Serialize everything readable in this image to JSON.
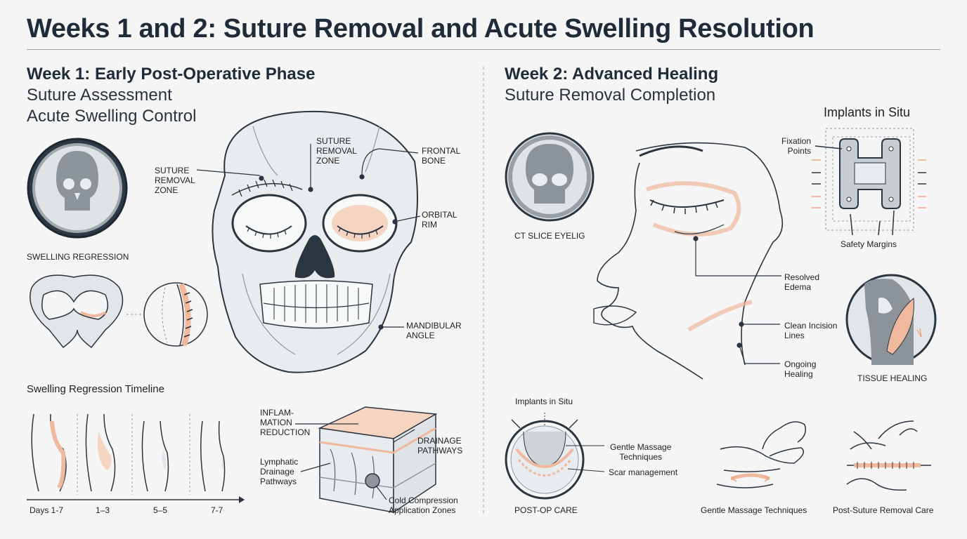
{
  "title": "Weeks 1 and 2: Suture Removal and Acute Swelling Resolution",
  "week1": {
    "heading": "Week 1: Early Post-Operative Phase",
    "sub1": "Suture Assessment",
    "sub2": "Acute Swelling Control",
    "swelling_regression": "SWELLING REGRESSION",
    "timeline_title": "Swelling Regression Timeline",
    "timeline_labels": [
      "Days 1-7",
      "1–3",
      "5–5",
      "7-7"
    ],
    "skull_labels": {
      "suture_left": [
        "SUTURE",
        "REMOVAL",
        "ZONE"
      ],
      "suture_top": [
        "SUTURE",
        "REMOVAL",
        "ZONE"
      ],
      "frontal": [
        "FRONTAL",
        "BONE"
      ],
      "orbital": [
        "ORBITAL",
        "RIM"
      ],
      "mandibular": [
        "MANDIBULAR",
        "ANGLE"
      ]
    },
    "tissue_labels": {
      "inflammation": [
        "INFLAM-",
        "MATION",
        "REDUCTION"
      ],
      "drainage": [
        "DRAINAGE",
        "PATHWAYS"
      ],
      "lymphatic": [
        "Lymphatic",
        "Drainage",
        "Pathways"
      ],
      "cold": [
        "Cold Compression",
        "Application Zones"
      ]
    }
  },
  "week2": {
    "heading": "Week 2: Advanced Healing",
    "sub1": "Suture Removal Completion",
    "ct_slice": "CT SLICE EYELIG",
    "implants_title": "Implants in Situ",
    "fixation": [
      "Fixation",
      "Points"
    ],
    "safety": "Safety Margins",
    "resolved": [
      "Resolved",
      "Edema"
    ],
    "clean": [
      "Clean Incision",
      "Lines"
    ],
    "ongoing": [
      "Ongoing",
      "Healing"
    ],
    "tissue_healing": "TISSUE HEALING",
    "implants_small": "Implants in Situ",
    "gentle_massage_label": [
      "Gentle Massage",
      "Techniques"
    ],
    "scar": "Scar management",
    "postop": "POST-OP CARE",
    "gentle_massage": "Gentle Massage Techniques",
    "post_suture": "Post-Suture Removal Care"
  },
  "colors": {
    "accent": "#f0b89c",
    "line": "#2b3540",
    "bone": "#e9ecee",
    "gray": "#8f969c"
  }
}
